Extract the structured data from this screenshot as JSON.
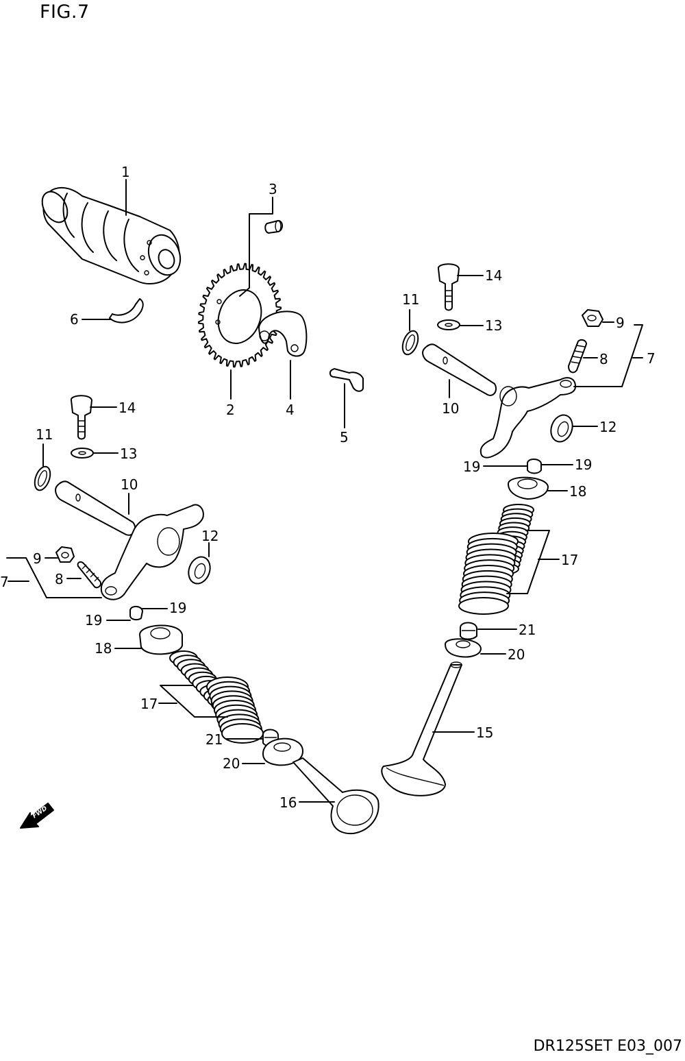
{
  "figure_title": "FIG.7",
  "drawing_code": "DR125SET E03_007",
  "fwd_label": "FWD",
  "callouts": {
    "c1": "1",
    "c2": "2",
    "c3": "3",
    "c4": "4",
    "c5": "5",
    "c6": "6",
    "c7a": "7",
    "c7b": "7",
    "c8a": "8",
    "c8b": "8",
    "c9a": "9",
    "c9b": "9",
    "c10a": "10",
    "c10b": "10",
    "c11a": "11",
    "c11b": "11",
    "c12a": "12",
    "c12b": "12",
    "c13a": "13",
    "c13b": "13",
    "c14a": "14",
    "c14b": "14",
    "c15": "15",
    "c16": "16",
    "c17a": "17",
    "c17b": "17",
    "c18a": "18",
    "c18b": "18",
    "c19a": "19",
    "c19b": "19",
    "c19c": "19",
    "c19d": "19",
    "c20a": "20",
    "c20b": "20",
    "c21a": "21",
    "c21b": "21"
  }
}
